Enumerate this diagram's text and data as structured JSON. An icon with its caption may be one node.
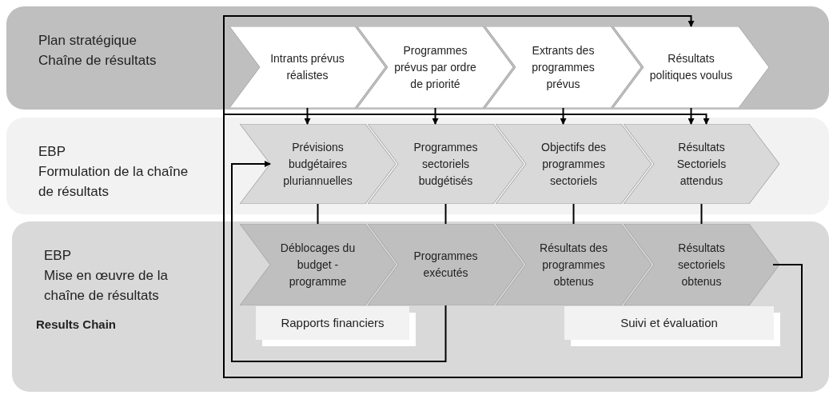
{
  "diagram": {
    "nodes": [
      {
        "text": [
          "Plan stratégique",
          "Chaîne de résultats"
        ]
      },
      {
        "text": [
          "Intrants prévus réalistes"
        ],
        "in": 0
      },
      {
        "text": [
          "Programmes prévus par ordre de priorité"
        ],
        "in": 0
      },
      {
        "text": [
          "Extrants des programmes prévus"
        ],
        "in": 0
      },
      {
        "text": [
          "Résultats politiques voulus"
        ],
        "in": 0
      },
      {
        "text": [
          "EBP",
          "Formulation de la chaîne de résultats"
        ]
      },
      {
        "text": [
          "Prévisions budgétaires pluriannuelles"
        ],
        "in": 5
      },
      {
        "text": [
          "Programmes sectoriels budgétisés"
        ],
        "in": 5
      },
      {
        "text": [
          "Objectifs des programmes sectoriels"
        ],
        "in": 5
      },
      {
        "text": [
          "Résultats Sectoriels attendus"
        ],
        "in": 5
      },
      {
        "text": [
          "EBP",
          "Mise en œuvre de la chaîne de résultats"
        ]
      },
      {
        "text": [
          "Déblocages du budget - programme"
        ],
        "in": 10
      },
      {
        "text": [
          "Programmes exécutés"
        ],
        "in": 10
      },
      {
        "text": [
          "Résultats des programmes obtenus"
        ],
        "in": 10
      },
      {
        "text": [
          "Résultats sectoriels obtenus"
        ],
        "in": 10
      },
      {
        "text": [
          "Rapports financiers"
        ],
        "in": 10
      },
      {
        "text": [
          "Suivi et évaluation"
        ],
        "in": 10
      }
    ],
    "edges": [
      {
        "from": 1,
        "to": 6,
        "arrow": "to"
      },
      {
        "from": 2,
        "to": 7,
        "arrow": "to"
      },
      {
        "from": 3,
        "to": 8,
        "arrow": "to"
      },
      {
        "from": 4,
        "to": 9,
        "arrow": "to"
      },
      {
        "from": 6,
        "to": 11,
        "arrow": "none"
      },
      {
        "from": 7,
        "to": 12,
        "arrow": "none"
      },
      {
        "from": 8,
        "to": 13,
        "arrow": "none"
      },
      {
        "from": 9,
        "to": 14,
        "arrow": "none"
      },
      {
        "from": 14,
        "to": 4,
        "arrow": "to"
      },
      {
        "from": 14,
        "to": 9,
        "arrow": "to"
      },
      {
        "from": 12,
        "to": 6,
        "arrow": "to"
      }
    ],
    "labels": [
      "Results Chain"
    ]
  }
}
